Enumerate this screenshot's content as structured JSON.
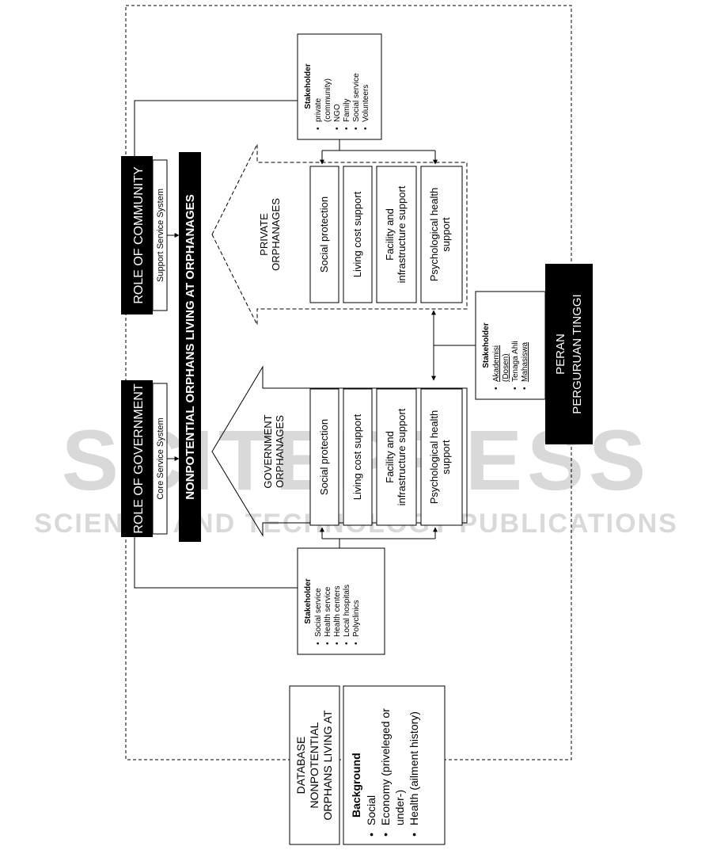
{
  "watermark": {
    "brand": "SCITEPRESS",
    "tagline": "SCIENCE AND TECHNOLOGY PUBLICATIONS"
  },
  "roles": {
    "government": {
      "title": "ROLE OF GOVERNMENT",
      "subtitle": "Core Service System"
    },
    "community": {
      "title": "ROLE OF COMMUNITY",
      "subtitle": "Support Service System"
    },
    "university": {
      "line1": "PERAN",
      "line2": "PERGURUAN TINGGI"
    }
  },
  "main_banner": "NONPOTENTIAL ORPHANS LIVING AT ORPHANAGES",
  "government_orphanages": {
    "line1": "GOVERNMENT",
    "line2": "ORPHANAGES",
    "supports": [
      {
        "line1": "Social protection",
        "line2": ""
      },
      {
        "line1": "Living cost support",
        "line2": ""
      },
      {
        "line1": "Facility and",
        "line2": "infrastructure support"
      },
      {
        "line1": "Psychological health",
        "line2": "support"
      }
    ]
  },
  "private_orphanages": {
    "line1": "PRIVATE",
    "line2": "ORPHANAGES",
    "supports": [
      {
        "line1": "Social protection",
        "line2": ""
      },
      {
        "line1": "Living cost support",
        "line2": ""
      },
      {
        "line1": "Facility and",
        "line2": "infrastructure support"
      },
      {
        "line1": "Psychological health",
        "line2": "support"
      }
    ]
  },
  "stakeholders": {
    "government": {
      "title": "Stakeholder",
      "items": [
        "Social service",
        "Health service",
        "Health centers",
        "Local hospitals",
        "Polyclinics"
      ]
    },
    "community": {
      "title": "Stakeholder",
      "items": [
        "private",
        "(community)",
        "NGO",
        "Family",
        "Social service",
        "Volunteers"
      ]
    },
    "university": {
      "title": "Stakeholder",
      "items": [
        "Akademisi",
        "(Dosen)",
        "Tenaga Ahli",
        "Mahasiswa"
      ]
    }
  },
  "database": {
    "line1": "DATABASE",
    "line2": "NONPOTENTIAL",
    "line3": "ORPHANS LIVING AT",
    "background_title": "Background",
    "items": [
      "Social",
      "Economy  (priveleged or",
      "under-)",
      "Health (ailment history)"
    ]
  },
  "colors": {
    "black": "#000000",
    "watermark": "#d9d9d9"
  }
}
